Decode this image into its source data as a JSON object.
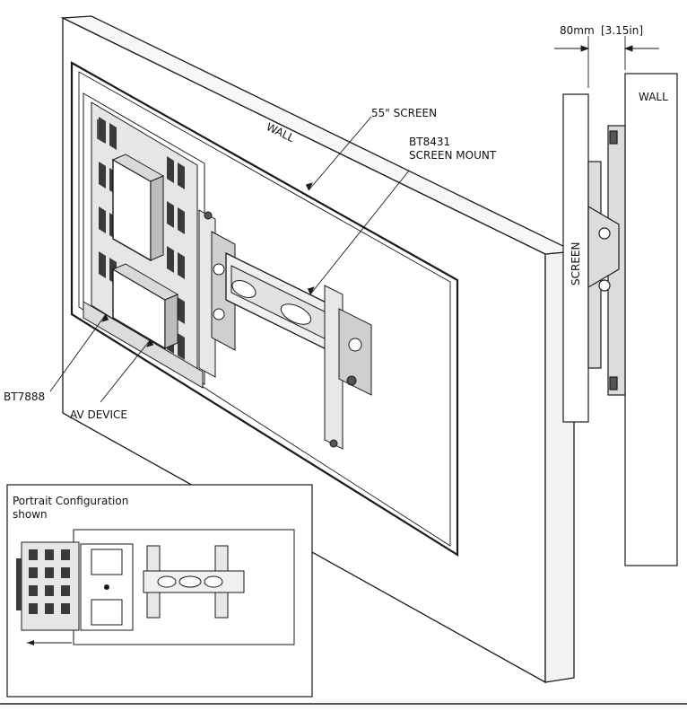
{
  "labels": {
    "wall_main": "WALL",
    "screen_size": "55\" SCREEN",
    "mount_line1": "BT8431",
    "mount_line2": "SCREEN MOUNT",
    "bt7888": "BT7888",
    "av_device": "AV DEVICE",
    "side_wall": "WALL",
    "side_screen": "SCREEN",
    "dimension_mm": "80mm",
    "dimension_in": "[3.15in]",
    "inset_line1": "Portrait Configuration",
    "inset_line2": "shown"
  },
  "colors": {
    "line": "#1a1a1a",
    "wall_fill": "#ffffff",
    "wall_side_fill": "#f2f2f2",
    "screen_fill": "#ffffff",
    "part_fill": "#dcdcdc",
    "dark_part": "#555555",
    "dim_gray": "#777777"
  }
}
